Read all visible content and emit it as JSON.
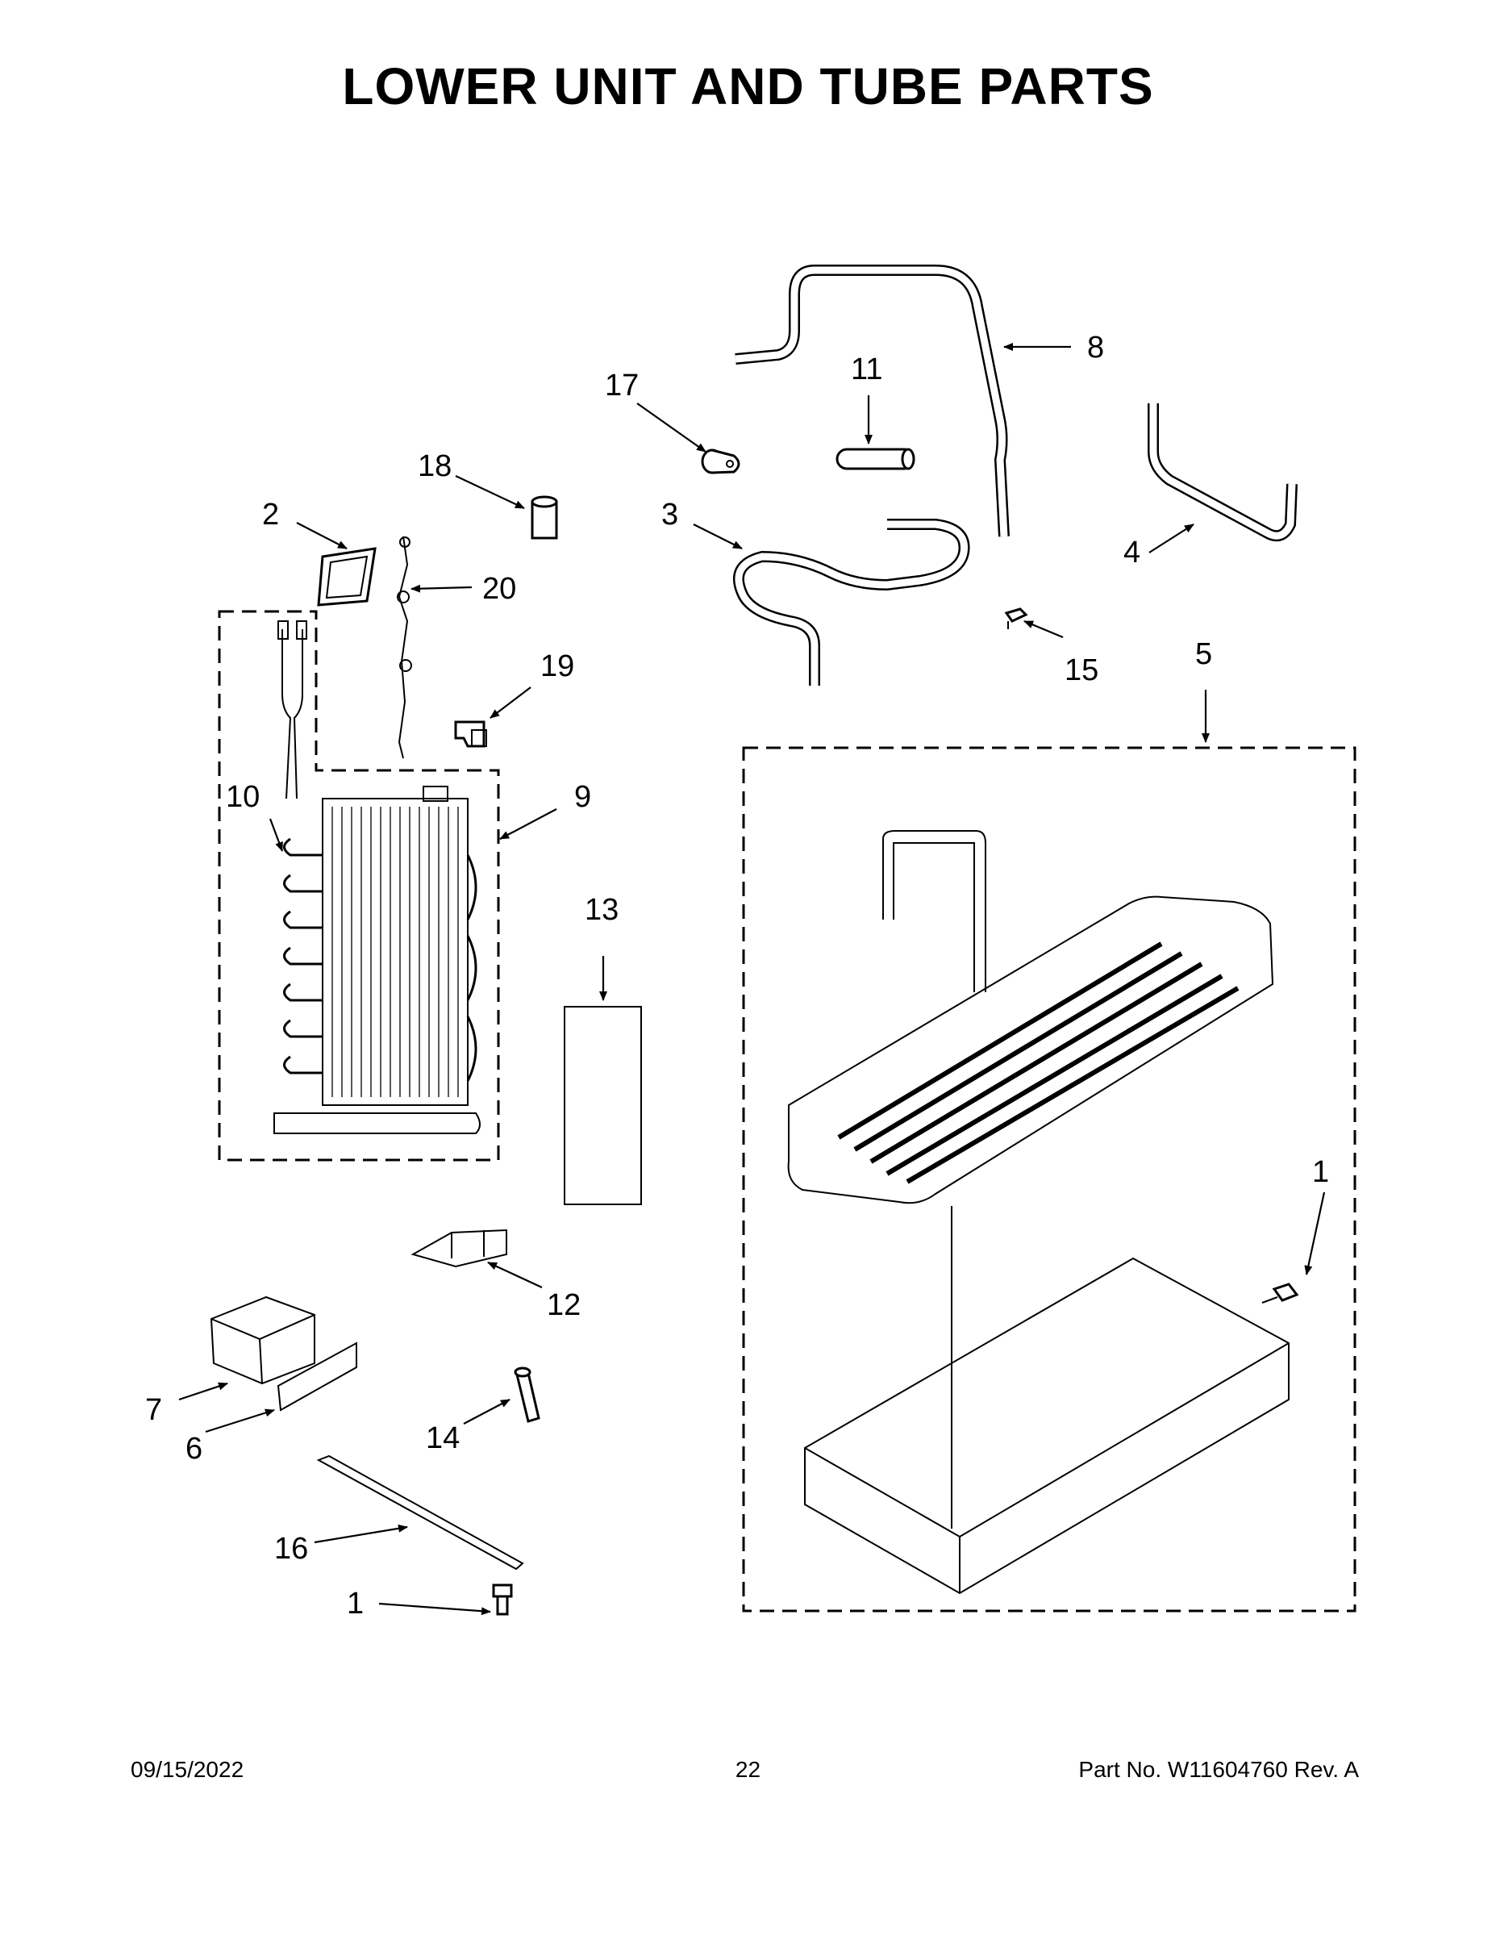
{
  "title": "LOWER UNIT AND TUBE PARTS",
  "callouts": [
    "1",
    "1",
    "2",
    "3",
    "4",
    "5",
    "6",
    "7",
    "8",
    "9",
    "10",
    "11",
    "12",
    "13",
    "14",
    "15",
    "16",
    "17",
    "18",
    "19",
    "20"
  ],
  "footer": {
    "date": "09/15/2022",
    "page": "22",
    "part_no": "Part No.  W11604760  Rev.  A"
  }
}
